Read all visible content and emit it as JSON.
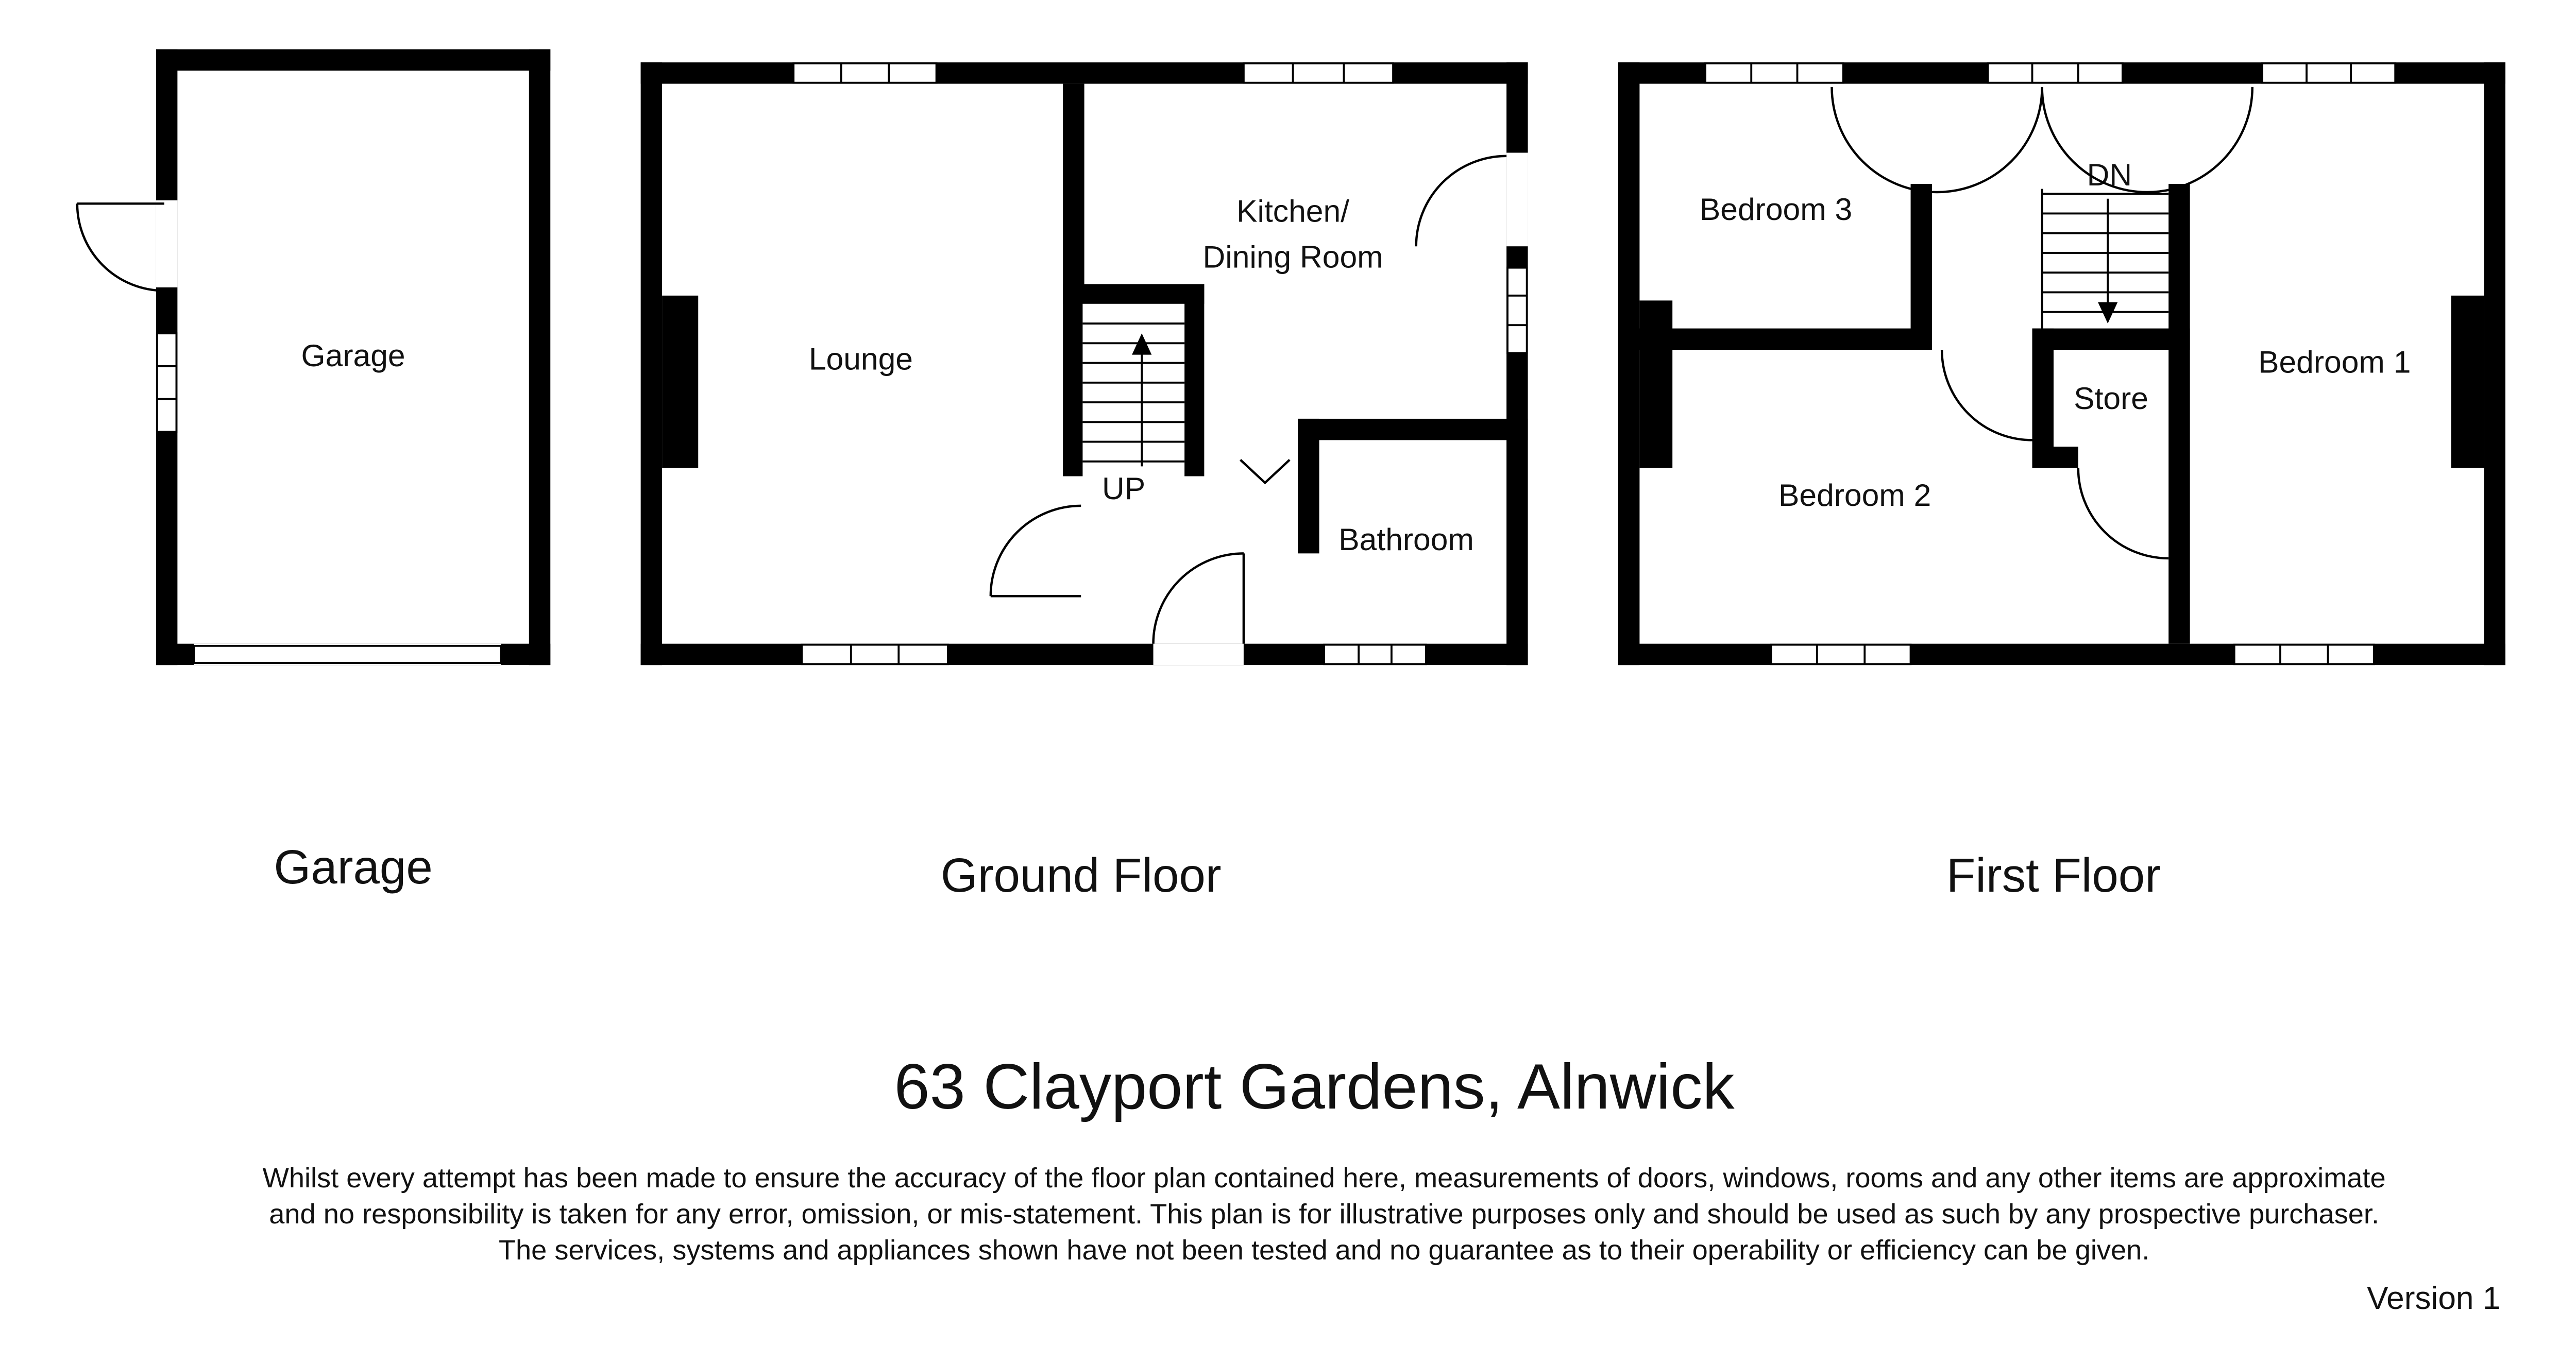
{
  "page": {
    "background": "#ffffff",
    "wall_color": "#000000",
    "title": "63 Clayport Gardens, Alnwick",
    "disclaimer_line1": "Whilst every attempt has been made to ensure the accuracy of the floor plan contained here, measurements of doors, windows, rooms and any other items are approximate",
    "disclaimer_line2": "and no responsibility is taken for any error, omission, or mis-statement. This plan is for illustrative purposes only and should be used as such by any prospective purchaser.",
    "disclaimer_line3": "The services, systems and appliances shown have not been tested and no guarantee as to their operability or efficiency can be given.",
    "version": "Version 1"
  },
  "garage_plan": {
    "caption": "Garage",
    "room_label": "Garage"
  },
  "ground_floor_plan": {
    "caption": "Ground Floor",
    "lounge_label": "Lounge",
    "kitchen_label_line1": "Kitchen/",
    "kitchen_label_line2": "Dining Room",
    "bathroom_label": "Bathroom",
    "stairs_label": "UP"
  },
  "first_floor_plan": {
    "caption": "First Floor",
    "bedroom1_label": "Bedroom 1",
    "bedroom2_label": "Bedroom 2",
    "bedroom3_label": "Bedroom 3",
    "store_label": "Store",
    "stairs_label": "DN"
  }
}
